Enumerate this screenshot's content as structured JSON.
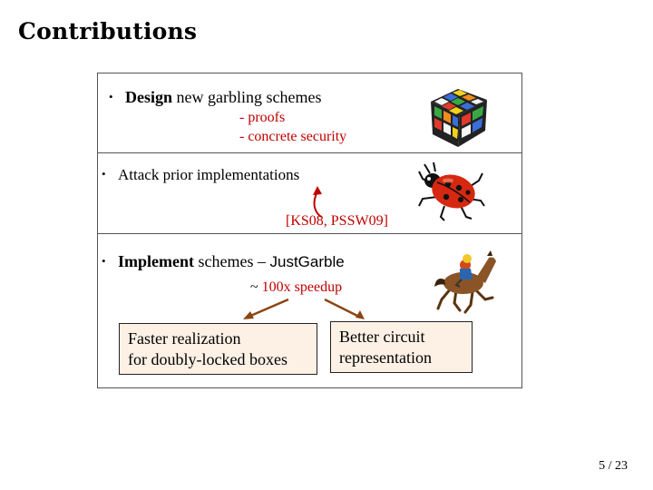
{
  "title": "Contributions",
  "sections": {
    "design": {
      "bullet": "•",
      "strong": "Design",
      "rest": " new garbling schemes",
      "subitems": [
        "- proofs",
        "- concrete security"
      ]
    },
    "attack": {
      "bullet": "•",
      "strong": "Attack",
      "rest": " prior implementations",
      "citation": "[KS08, PSSW09]"
    },
    "implement": {
      "bullet": "•",
      "strong": "Implement",
      "rest": " schemes – ",
      "tool": "JustGarble",
      "speedup_prefix": "~ ",
      "speedup_value": "100x speedup",
      "box_left": [
        "Faster realization",
        "for doubly-locked boxes"
      ],
      "box_right": [
        "Better circuit",
        "representation"
      ]
    }
  },
  "images": [
    "rubiks-cube-icon",
    "ladybug-icon",
    "racehorse-icon"
  ],
  "colors": {
    "accent": "#c00000",
    "box_fill": "#fdf0e5",
    "arrow": "#8b4513"
  },
  "page_number": "5 / 23"
}
